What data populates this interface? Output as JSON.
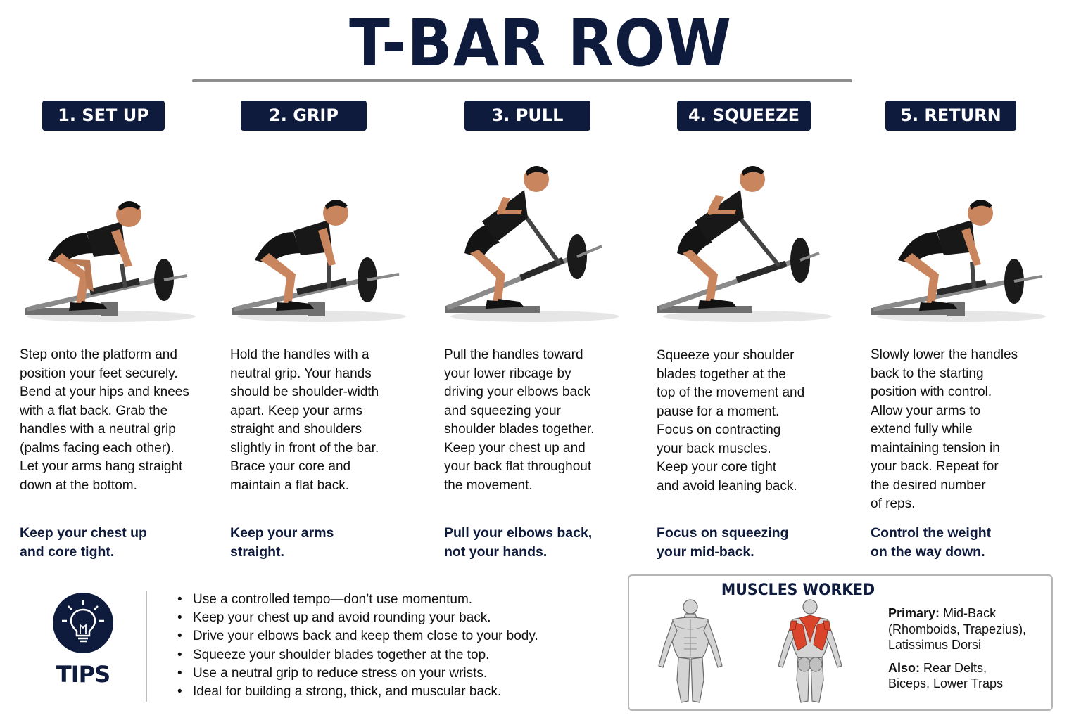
{
  "title": "T-BAR ROW",
  "steps": [
    {
      "badge": "1. SET UP",
      "lines": [
        "Step onto the platform and",
        "position your feet securely.",
        "Bend at your hips and knees",
        "with a flat back. Grab the",
        "handles with a neutral grip",
        "(palms facing each other).",
        "Let your arms hang straight",
        "down at the bottom."
      ],
      "cue": [
        "Keep your chest up",
        "and core tight."
      ]
    },
    {
      "badge": "2. GRIP",
      "lines": [
        "Hold the handles with a",
        "neutral grip. Your hands",
        "should be shoulder-width",
        "apart. Keep your arms",
        "straight and shoulders",
        "slightly in front of the bar.",
        "Brace your core and",
        "maintain a flat back."
      ],
      "cue": [
        "Keep your arms",
        "straight."
      ]
    },
    {
      "badge": "3. PULL",
      "lines": [
        "Pull the handles toward",
        "your lower ribcage by",
        "driving your elbows back",
        "and squeezing your",
        "shoulder blades together.",
        "Keep your chest up and",
        "your back flat throughout",
        "the movement."
      ],
      "cue": [
        "Pull your elbows back,",
        "not your hands."
      ]
    },
    {
      "badge": "4. SQUEEZE",
      "lines": [
        "Squeeze your shoulder",
        "blades together at the",
        "top of the movement and",
        "pause for a moment.",
        "Focus on contracting",
        "your back muscles.",
        "Keep your core tight",
        "and avoid leaning back."
      ],
      "cue": [
        "Focus on squeezing",
        "your mid-back."
      ]
    },
    {
      "badge": "5. RETURN",
      "lines": [
        "Slowly lower the handles",
        "back to the starting",
        "position with control.",
        "Allow your arms to",
        "extend fully while",
        "maintaining tension in",
        "your back. Repeat for",
        "the desired number",
        "of reps."
      ],
      "cue": [
        "Control the weight",
        "on the way down."
      ]
    }
  ],
  "tips": {
    "label": "TIPS",
    "icon": "lightbulb-icon",
    "items": [
      "Use a controlled tempo—don’t use momentum.",
      "Keep your chest up and avoid rounding your back.",
      "Drive your elbows back and keep them close to your body.",
      "Squeeze your shoulder blades together at the top.",
      "Use a neutral grip to reduce stress on your wrists.",
      "Ideal for building a strong, thick, and muscular back."
    ]
  },
  "muscles": {
    "title": "MUSCLES WORKED",
    "primary_label": "Primary:",
    "primary_lines": [
      " Mid-Back",
      "(Rhomboids, Trapezius),",
      "Latissimus Dorsi"
    ],
    "also_label": "Also:",
    "also_lines": [
      " Rear Delts,",
      "Biceps, Lower Traps"
    ]
  },
  "colors": {
    "navy": "#0f1b3d",
    "muscle_highlight": "#d9442b",
    "rule": "#8e8e8e"
  }
}
